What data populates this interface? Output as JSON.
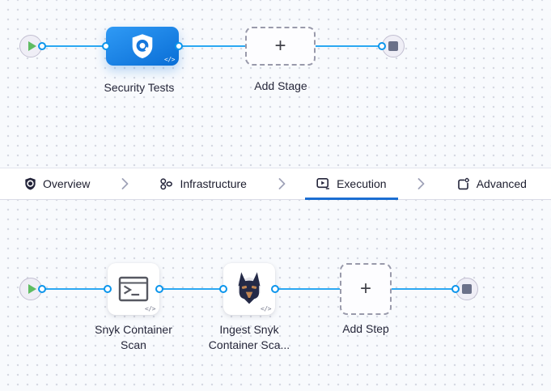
{
  "colors": {
    "accent_blue": "#1b6ed2",
    "connector_blue": "#2ba8f2",
    "stage_gradient_start": "#2f9af5",
    "stage_gradient_end": "#0a6ed6",
    "canvas_background": "#f8fafd",
    "start_play_green": "#5fbc62",
    "end_stop_gray": "#6b7189"
  },
  "stage_graph": {
    "start_node": "pipeline-start",
    "end_node": "pipeline-end",
    "stage": {
      "label": "Security Tests",
      "badge": "</>",
      "icon": "security-shield-icon"
    },
    "add_stage": {
      "label": "Add Stage",
      "plus": "+"
    }
  },
  "tab_bar": {
    "separator": "chevron-right",
    "tabs": [
      {
        "label": "Overview",
        "icon": "shield-icon",
        "active": false
      },
      {
        "label": "Infrastructure",
        "icon": "cluster-icon",
        "active": false
      },
      {
        "label": "Execution",
        "icon": "play-box-icon",
        "active": true
      },
      {
        "label": "Advanced",
        "icon": "file-gear-icon",
        "active": false
      }
    ]
  },
  "step_graph": {
    "steps": [
      {
        "label_line1": "Snyk Container",
        "label_line2": "Scan",
        "badge": "</>",
        "icon": "terminal-icon"
      },
      {
        "label_line1": "Ingest Snyk",
        "label_line2": "Container Sca...",
        "badge": "</>",
        "icon": "snyk-dog-icon"
      }
    ],
    "add_step": {
      "label": "Add Step",
      "plus": "+"
    }
  }
}
